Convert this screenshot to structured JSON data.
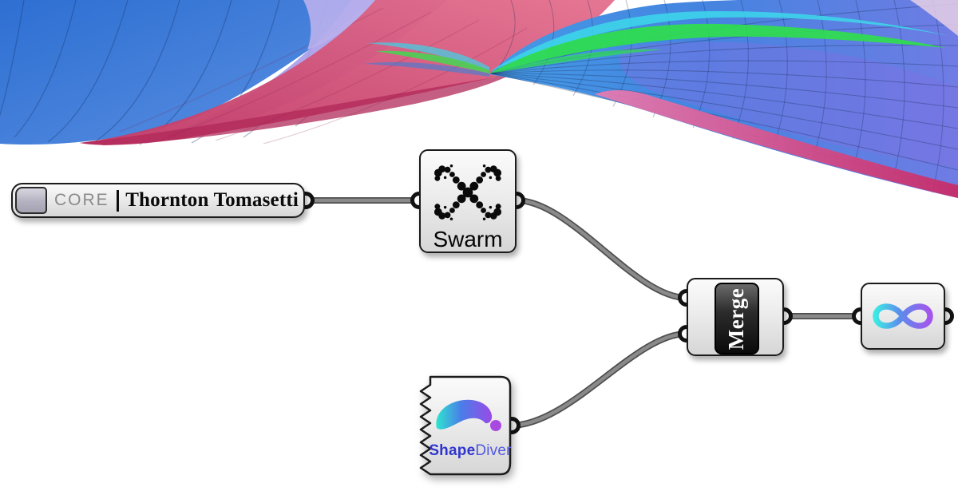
{
  "nodes": {
    "core": {
      "prefix": "CORE",
      "divider": "|",
      "name": "Thornton Tomasetti"
    },
    "swarm": {
      "label": "Swarm",
      "icon": "dotted-x-swarm-icon"
    },
    "merge": {
      "label": "Merge"
    },
    "infinity": {
      "icon": "infinity-loop-icon"
    },
    "shapediver": {
      "label_bold": "Shape",
      "label_rest": "Diver",
      "icon": "shapediver-wave-icon"
    }
  },
  "wires": [
    {
      "from": "core-output",
      "to": "swarm-input"
    },
    {
      "from": "swarm-output",
      "to": "merge-input-1"
    },
    {
      "from": "shapediver-output",
      "to": "merge-input-2"
    },
    {
      "from": "merge-output",
      "to": "infinity-input"
    }
  ],
  "colors": {
    "wire": "#8a8a8a",
    "wire_outline": "#4f4f4f",
    "node_border": "#1b1b1b",
    "node_fill_top": "#fbfbfb",
    "node_fill_bottom": "#d6d6d6",
    "merge_box": "#0a0a0a",
    "core_prefix_text": "#8a8a8a",
    "shapediver_shape_text": "#3036cd",
    "shapediver_diver_text": "#5058e0",
    "infinity_gradient": [
      "#3ee8e4",
      "#5c8cec",
      "#a455ec"
    ],
    "wave_palette": [
      "#3c78d8",
      "#a49ae8",
      "#d74f7d",
      "#2fe04a",
      "#3cd8ea",
      "#7f72e2",
      "#c92a66"
    ]
  }
}
